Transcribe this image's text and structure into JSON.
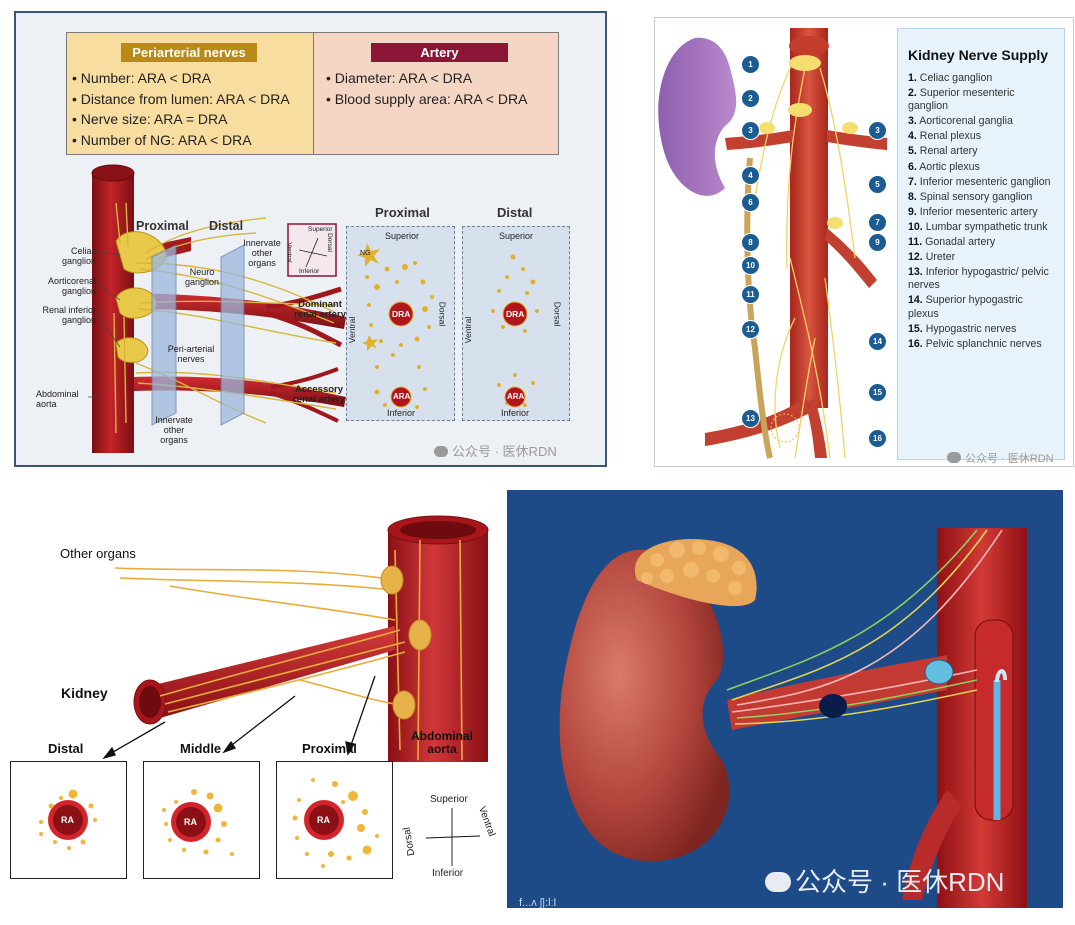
{
  "panel1": {
    "left_box": {
      "title": "Periarterial nerves",
      "items": [
        "Number: ARA < DRA",
        "Distance from lumen: ARA < DRA",
        "Nerve size: ARA = DRA",
        "Number of NG: ARA < DRA"
      ]
    },
    "right_box": {
      "title": "Artery",
      "items": [
        "Diameter: ARA < DRA",
        "Blood supply area: ARA < DRA"
      ]
    },
    "labels": {
      "celiac": "Celiac ganglion",
      "aorticorenal": "Aorticorenal ganglion",
      "renal_inferior": "Renal inferior ganglion",
      "abdominal_aorta": "Abdominal aorta",
      "proximal": "Proximal",
      "distal": "Distal",
      "neuro_ganglion": "Neuro ganglion",
      "periarterial_nerves": "Peri-arterial nerves",
      "innervate_top": "Innervate other organs",
      "innervate_bottom": "Innervate other organs",
      "dominant": "Dominant renal artery",
      "accessory": "Accessory renal artery"
    },
    "compass": {
      "superior": "Superior",
      "inferior": "Inferior",
      "ventral": "Ventral",
      "dorsal": "Dorsal"
    },
    "sections": [
      {
        "title": "Proximal",
        "superior": "Superior",
        "inferior": "Inferior",
        "ventral": "Ventral",
        "dorsal": "Dorsal",
        "ng": "NG",
        "dra": "DRA",
        "ara": "ARA"
      },
      {
        "title": "Distal",
        "superior": "Superior",
        "inferior": "Inferior",
        "ventral": "Ventral",
        "dorsal": "Dorsal",
        "dra": "DRA",
        "ara": "ARA"
      }
    ],
    "watermark": "公众号 · 医休RDN"
  },
  "panel2": {
    "legend_title": "Kidney Nerve Supply",
    "items": [
      {
        "n": "1.",
        "t": "Celiac ganglion"
      },
      {
        "n": "2.",
        "t": "Superior mesenteric ganglion"
      },
      {
        "n": "3.",
        "t": "Aorticorenal ganglia"
      },
      {
        "n": "4.",
        "t": "Renal plexus"
      },
      {
        "n": "5.",
        "t": "Renal artery"
      },
      {
        "n": "6.",
        "t": "Aortic plexus"
      },
      {
        "n": "7.",
        "t": "Inferior mesenteric ganglion"
      },
      {
        "n": "8.",
        "t": "Spinal sensory ganglion"
      },
      {
        "n": "9.",
        "t": "Inferior mesenteric artery"
      },
      {
        "n": "10.",
        "t": "Lumbar sympathetic trunk"
      },
      {
        "n": "11.",
        "t": "Gonadal artery"
      },
      {
        "n": "12.",
        "t": "Ureter"
      },
      {
        "n": "13.",
        "t": "Inferior hypogastric/ pelvic nerves"
      },
      {
        "n": "14.",
        "t": "Superior hypogastric plexus"
      },
      {
        "n": "15.",
        "t": "Hypogastric nerves"
      },
      {
        "n": "16.",
        "t": "Pelvic splanchnic nerves"
      }
    ],
    "markers": [
      "1",
      "2",
      "3",
      "3",
      "4",
      "5",
      "6",
      "7",
      "8",
      "9",
      "10",
      "11",
      "12",
      "13",
      "14",
      "15",
      "16"
    ],
    "watermark": "公众号 · 医休RDN"
  },
  "panel3": {
    "other_organs": "Other organs",
    "kidney": "Kidney",
    "abdominal_aorta": "Abdominal aorta",
    "sections": [
      {
        "title": "Distal",
        "ra": "RA"
      },
      {
        "title": "Middle",
        "ra": "RA"
      },
      {
        "title": "Proximal",
        "ra": "RA"
      }
    ],
    "compass": {
      "superior": "Superior",
      "inferior": "Inferior",
      "ventral": "Ventral",
      "dorsal": "Dorsal"
    }
  },
  "panel4": {
    "watermark": "公众号 · 医休RDN",
    "caption": "f...ʌ ʃ|:lːl"
  },
  "colors": {
    "artery": "#b3191f",
    "nerve": "#e7b94a",
    "navy": "#1c4b87",
    "legend_bg": "#e7f2fb"
  }
}
